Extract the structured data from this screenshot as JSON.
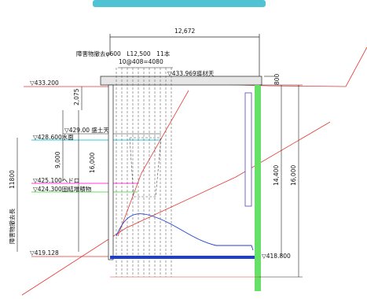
{
  "colors": {
    "header_bar": "#4fc3d4",
    "line": "#222222",
    "red": "#e53935",
    "blue": "#1e3fd0",
    "green": "#66e066",
    "magenta": "#ff3dd5",
    "cyan": "#2fd0d8",
    "purple": "#5a3fc0"
  },
  "labels": {
    "top_width": "12,672",
    "removal_spec": "障害物撤去φ600　L12,500　11本",
    "pile_spacing": "10@408=4080",
    "elev_ground": "▽433.200",
    "elev_guide_top": "▽433.969導材天",
    "dim_2075": "2,075",
    "elev_fill_top": "▽429.00 盛土天",
    "elev_water": "▽428.600水面",
    "dim_9000": "9,000",
    "dim_16000_inner": "16,000",
    "dim_11800": "11800",
    "elev_mud": "▽425.100ヘドロ",
    "elev_solid": "▽424.300固結堆積物",
    "removal_length": "障害物撤去長",
    "elev_bottom": "▽419.128",
    "elev_right_bottom": "▽418.800",
    "dim_14400": "14,400",
    "dim_16000_outer": "16,000",
    "dim_800": "800"
  }
}
